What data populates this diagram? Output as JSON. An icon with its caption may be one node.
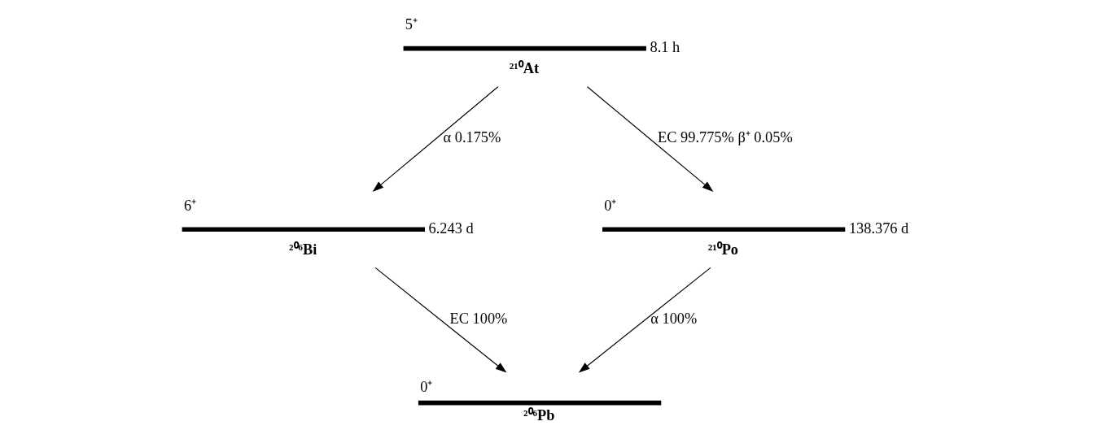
{
  "diagram": {
    "nodes": [
      {
        "text": [
          "5⁺",
          "²¹⁰At"
        ],
        "beside": [
          "8.1 h"
        ]
      },
      {
        "text": [
          "6⁺",
          "²⁰⁶Bi"
        ],
        "beside": [
          "6.243 d"
        ]
      },
      {
        "text": [
          "0⁺",
          "²¹⁰Po"
        ],
        "beside": [
          "138.376 d"
        ]
      },
      {
        "text": [
          "0⁺",
          "²⁰⁶Pb"
        ]
      }
    ],
    "edges": [
      {
        "from": 0,
        "to": 1,
        "arrow": "to",
        "label": "α 0.175%"
      },
      {
        "from": 0,
        "to": 2,
        "arrow": "to",
        "label": "EC 99.775% β⁺ 0.05%"
      },
      {
        "from": 1,
        "to": 3,
        "arrow": "to",
        "label": "EC 100%"
      },
      {
        "from": 2,
        "to": 3,
        "arrow": "to",
        "label": "α 100%"
      }
    ]
  }
}
